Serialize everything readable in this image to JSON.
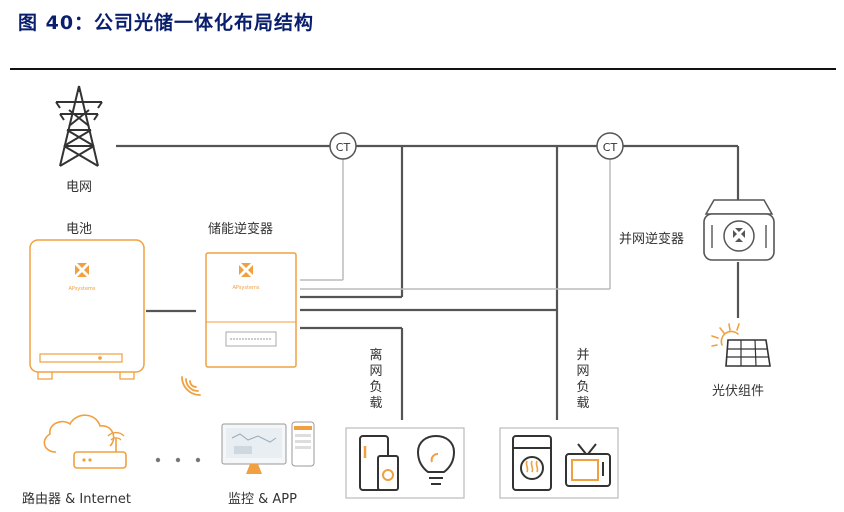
{
  "figure": {
    "title": "图 40：公司光储一体化布局结构"
  },
  "labels": {
    "grid": "电网",
    "battery": "电池",
    "storage_inverter": "储能逆变器",
    "grid_inverter": "并网逆变器",
    "pv_module": "光伏组件",
    "router": "路由器 & Internet",
    "monitor": "监控 & APP",
    "offgrid_load": "离网负载",
    "ongrid_load": "并网负载",
    "ct1": "CT",
    "ct2": "CT",
    "brand_battery": "APsystems",
    "brand_inverter": "APsystems"
  },
  "icons": {
    "pylon": "transmission-tower-icon",
    "battery": "battery-cabinet-icon",
    "inverter": "storage-inverter-icon",
    "grid_inverter": "grid-inverter-icon",
    "solar": "solar-panel-sun-icon",
    "router": "cloud-router-icon",
    "monitor": "monitor-phone-icon",
    "wifi": "wifi-signal-icon",
    "fridge": "fridge-icon",
    "bulb": "light-bulb-icon",
    "washer": "washing-machine-icon",
    "tv": "tv-icon",
    "dots": "ellipsis-icon"
  },
  "colors": {
    "accent": "#F0A040",
    "line": "#555555",
    "thin_line": "#bbbbbb",
    "title": "#0a1e6e"
  }
}
